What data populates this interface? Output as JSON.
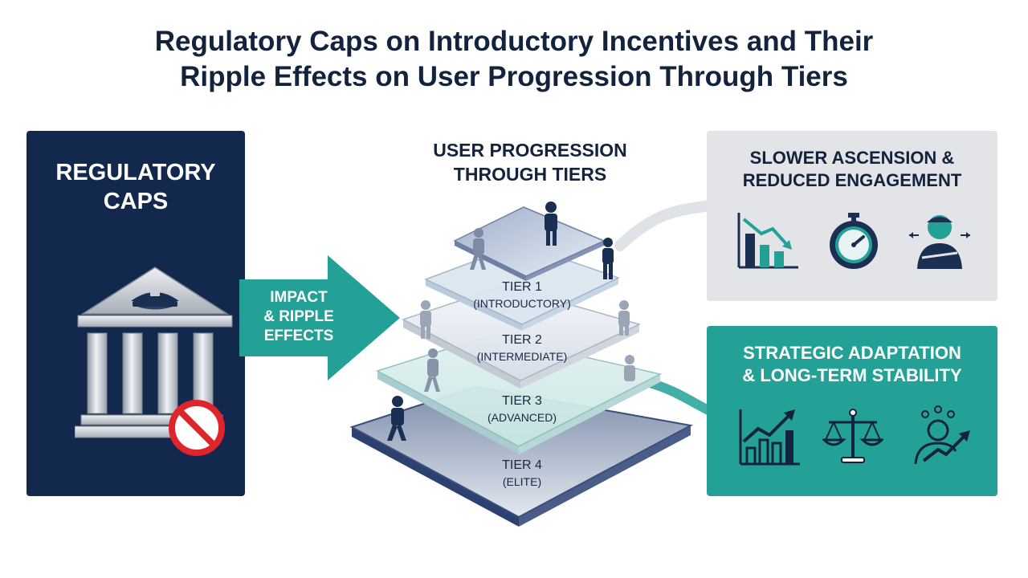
{
  "title": {
    "line1": "Regulatory Caps on Introductory Incentives and Their",
    "line2": "Ripple Effects on User Progression Through Tiers"
  },
  "regulatory_panel": {
    "line1": "REGULATORY",
    "line2": "CAPS"
  },
  "impact_arrow": {
    "line1": "IMPACT",
    "line2": "& RIPPLE",
    "line3": "EFFECTS"
  },
  "pyramid": {
    "heading_line1": "USER PROGRESSION",
    "heading_line2": "THROUGH TIERS",
    "tiers": [
      {
        "name": "TIER 1",
        "level": "(INTRODUCTORY)"
      },
      {
        "name": "TIER 2",
        "level": "(INTERMEDIATE)"
      },
      {
        "name": "TIER 3",
        "level": "(ADVANCED)"
      },
      {
        "name": "TIER 4",
        "level": "(ELITE)"
      }
    ]
  },
  "slow_panel": {
    "line1": "SLOWER ASCENSION &",
    "line2": "REDUCED ENGAGEMENT",
    "icons": [
      "declining-bar-chart-icon",
      "stopwatch-icon",
      "disengaged-person-icon"
    ]
  },
  "strategic_panel": {
    "line1": "STRATEGIC ADAPTATION",
    "line2": "& LONG-TERM STABILITY",
    "icons": [
      "growth-bar-chart-icon",
      "balance-scale-icon",
      "growth-person-icon"
    ]
  },
  "colors": {
    "navy": "#12294d",
    "teal": "#23a197",
    "grey_panel": "#e2e4e8",
    "warning_red": "#e0242b"
  }
}
